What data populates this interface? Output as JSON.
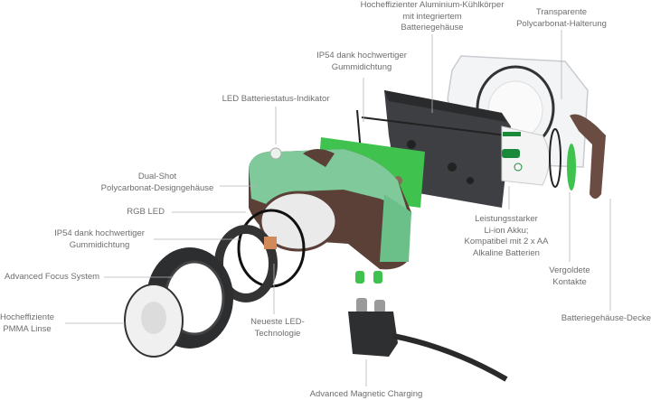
{
  "labels": {
    "heatsink": [
      "Hocheffizienter Aluminium-Kühlkörper",
      "mit integriertem",
      "Batteriegehäuse"
    ],
    "holder": [
      "Transparente",
      "Polycarbonat-Halterung"
    ],
    "seal_top": [
      "IP54 dank hochwertiger",
      "Gummidichtung"
    ],
    "battery_indicator": [
      "LED Batteriestatus-Indikator"
    ],
    "housing": [
      "Dual-Shot",
      "Polycarbonat-Designgehäuse"
    ],
    "rgb_led": [
      "RGB LED"
    ],
    "seal_front": [
      "IP54 dank hochwertiger",
      "Gummidichtung"
    ],
    "focus": [
      "Advanced Focus System"
    ],
    "lens": [
      "Hocheffiziente",
      "PMMA Linse"
    ],
    "led_tech": [
      "Neueste LED-",
      "Technologie"
    ],
    "charging": [
      "Advanced Magnetic Charging"
    ],
    "battery": [
      "Leistungsstarker",
      "Li-ion Akku;",
      "Kompatibel mit 2 x AA",
      "Alkaline Batterien"
    ],
    "contacts": [
      "Vergoldete",
      "Kontakte"
    ],
    "cover": [
      "Batteriegehäuse-Decke"
    ]
  },
  "colors": {
    "housing_green": "#7fc99a",
    "housing_brown": "#5b4038",
    "pcb_green": "#3fc24e",
    "dark_metal": "#3a3b3d",
    "label_text": "#6e6e6e",
    "leader_line": "#b5b5b5"
  }
}
